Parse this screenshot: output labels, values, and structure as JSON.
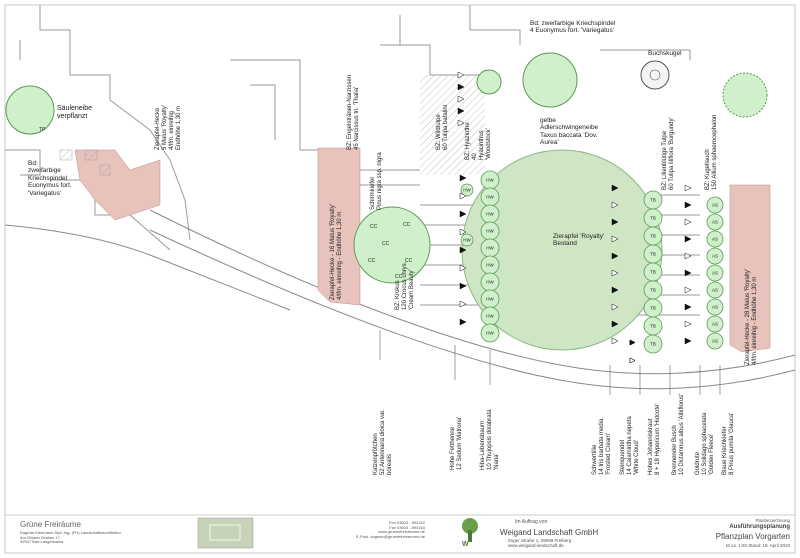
{
  "labels": {
    "saeuleneibe": [
      "Säuleneibe",
      "verpflanzt"
    ],
    "bd_left": [
      "Bd:",
      "zweifarbige",
      "Kriechspindel",
      "Euonymus fort.",
      "'Variegatus'"
    ],
    "hecke_left": [
      "Zierapfel-Hecke",
      "5 Malus 'Royalty'",
      "4/lfm. einreihig",
      "Endhöhe 1,30 m"
    ],
    "hecke_mid": [
      "Zierapfel-Hecke - 16 Malus 'Royalty'",
      "4/lfm. einreihig - Endhöhe 1,30 m"
    ],
    "schirmkiefer": [
      "Schirmkiefer",
      "Pinus nigra ssp. nigra"
    ],
    "krokus": [
      "BZ: Krokus",
      "120 Crocus chrys.",
      "'Cream Beauty'"
    ],
    "engelstraenen": [
      "BZ: Engelstränen-Narzissen",
      "45 Narcissus tri. 'Thalia'"
    ],
    "wildtulpe": [
      "BZ: Wildtulpe",
      "60 Tulipa batalini"
    ],
    "hyazinthe": [
      "BZ: Hyazinthe",
      "40",
      "Hyacinthus",
      "'Woodstock'"
    ],
    "bd_top": [
      "Bd: zweifarbige Kriechspindel",
      "4 Euonymus fort. 'Variegatus'"
    ],
    "buchskugel": "Buchskugel",
    "eibe": [
      "gelbe",
      "Adlerschwingeneibe",
      "Taxus baccata 'Dov.",
      "Aurea'"
    ],
    "bestand": [
      "Zierapfel 'Royalty'",
      "Bestand"
    ],
    "lilientulpe": [
      "BZ: Lilienblütige Tulpe",
      "60 Tulipa liliflora 'Burgundy'"
    ],
    "kugellauch": [
      "BZ: Kugellauch",
      "150 Allium sphaerocephalon"
    ],
    "hecke_right": [
      "Zierapfel-Hecke - 28 Malus 'Royalty'",
      "4/lfm. einreihig - Endhöhe 1,30 m"
    ],
    "katzenpf": [
      "Katzenpfötchen",
      "52 Antennaria dioica var.",
      "borealis"
    ],
    "fetthenne": [
      "Hohe Fetthenne",
      "12 Sedum 'Matrona'"
    ],
    "hiba": [
      "Hiba-Lebensbaum",
      "10 Thujopsis dolabrata",
      "'Nana'"
    ],
    "schwertlilie": [
      "Schwertlilie",
      "14 Iris barbata media",
      "'Frosted Cream'"
    ],
    "steinquendel": [
      "Steinquendel",
      "14 Calamintha nepeta",
      "'White Cloud'"
    ],
    "johannis": [
      "Hohes Johanniskraut",
      "8 + 18 Hypericum 'Hidcote'"
    ],
    "brennender": [
      "Brennender Busch",
      "10 Dictamnus albus 'Albiflorus'"
    ],
    "goldrute": [
      "Goldrute",
      "10 Solidago sphacelata",
      "'Golden Fleece'"
    ],
    "kriechkiefer": [
      "Blaue Kriechkiefer",
      "8 Pinus pumila 'Glauca'"
    ],
    "code_tp": "TP",
    "code_cc": "CC",
    "code_hw": "HW",
    "code_tb": "TB",
    "code_as": "AS"
  },
  "title_block": {
    "office_name": "Grüne Freiräume",
    "office_lines": [
      "Dagmar Kleemann Dipl.-Ing. (FH) Landschaftsarchitektur",
      "Am Wüden Graben 17",
      "99947 Bad Langensalza"
    ],
    "contact_lines": [
      "Fon 03603 - 894162",
      "Fax 03603 - 894163",
      "www.gruenefreiraeume.de",
      "E-Post: dagmar@gruenefreiraeume.de"
    ],
    "client_intro": "Im Auftrag von",
    "client_name": "Weigand Landschaft GmbH",
    "client_lines": [
      "Zuger Straße 1, 09599 Freiberg",
      "www.weigand-landschaft.de"
    ],
    "sheet_label": "Planbezeichnung",
    "sheet_type": "Ausführungsplanung",
    "sheet_title": "Pflanzplan Vorgarten",
    "sheet_meta": "M ca. 1:50   Stand: 19. April 2010"
  },
  "colors": {
    "tree_fill": "#d0f0cc",
    "tree_stroke": "#5a9a52",
    "bestand_fill": "#cfe6c5",
    "hedge_fill": "#e8c3bc",
    "line": "#8a8a8a"
  }
}
